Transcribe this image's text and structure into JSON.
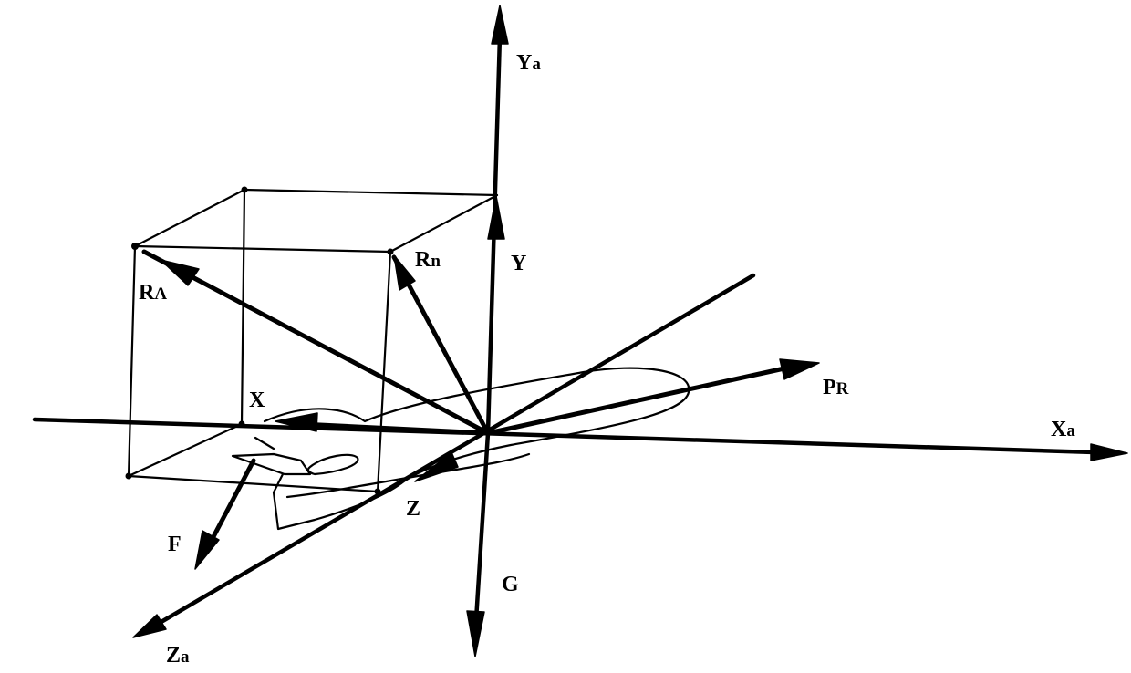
{
  "colors": {
    "ink": "#000000",
    "background": "#ffffff"
  },
  "labels": {
    "ya": {
      "main": "Y",
      "sub": "a"
    },
    "xa": {
      "main": "X",
      "sub": "a"
    },
    "za": {
      "main": "Z",
      "sub": "a"
    },
    "y": {
      "main": "Y",
      "sub": ""
    },
    "x": {
      "main": "X",
      "sub": ""
    },
    "z": {
      "main": "Z",
      "sub": ""
    },
    "ra": {
      "main": "R",
      "sub": "A"
    },
    "rn": {
      "main": "R",
      "sub": "n"
    },
    "pr": {
      "main": "P",
      "sub": "R"
    },
    "f": {
      "main": "F",
      "sub": ""
    },
    "g": {
      "main": "G",
      "sub": ""
    }
  }
}
